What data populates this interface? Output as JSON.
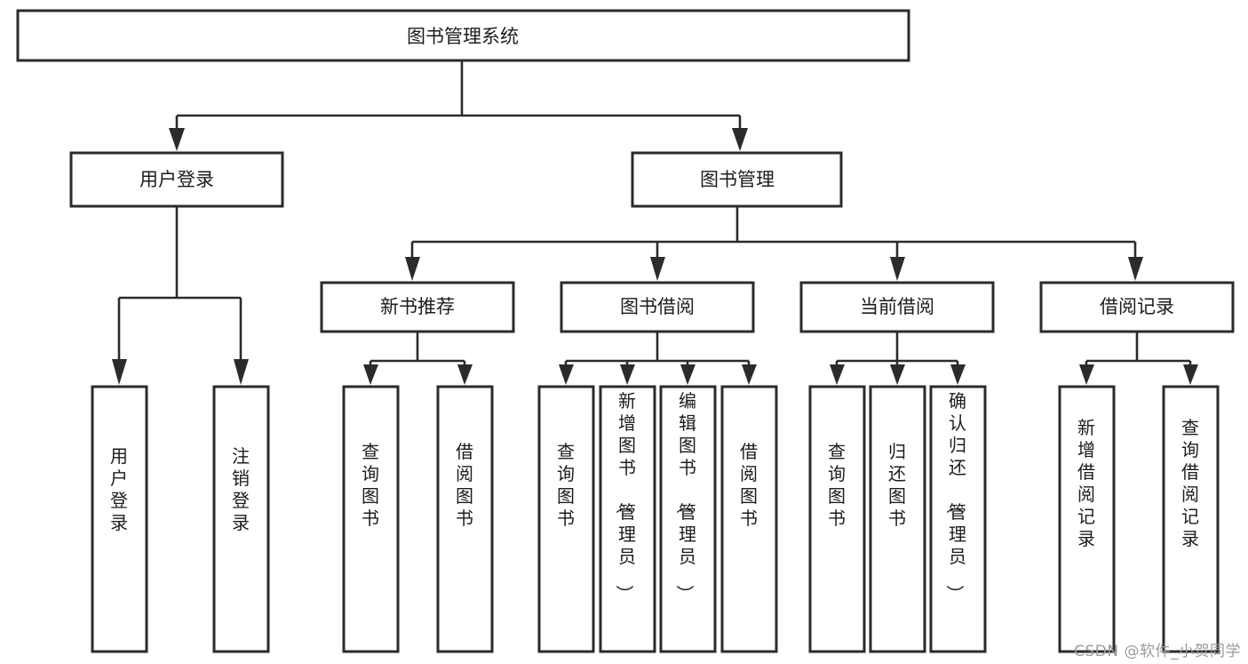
{
  "diagram": {
    "type": "tree-flowchart",
    "title_node": {
      "label": "图书管理系统"
    },
    "level2": [
      {
        "id": "user-login",
        "label": "用户登录"
      },
      {
        "id": "book-management",
        "label": "图书管理"
      }
    ],
    "level3": [
      {
        "id": "new-book-recommend",
        "label": "新书推荐",
        "parent": "book-management"
      },
      {
        "id": "book-borrow",
        "label": "图书借阅",
        "parent": "book-management"
      },
      {
        "id": "current-borrow",
        "label": "当前借阅",
        "parent": "book-management"
      },
      {
        "id": "borrow-record",
        "label": "借阅记录",
        "parent": "book-management"
      }
    ],
    "leaves": {
      "user-login": [
        {
          "id": "leaf-user-login",
          "label": "用户登录"
        },
        {
          "id": "leaf-logout-login",
          "label": "注销登录"
        }
      ],
      "new-book-recommend": [
        {
          "id": "leaf-query-book-1",
          "label": "查询图书"
        },
        {
          "id": "leaf-borrow-book-1",
          "label": "借阅图书"
        }
      ],
      "book-borrow": [
        {
          "id": "leaf-query-book-2",
          "label": "查询图书"
        },
        {
          "id": "leaf-add-book",
          "label": "新增图书（管理员）"
        },
        {
          "id": "leaf-edit-book",
          "label": "编辑图书（管理员）"
        },
        {
          "id": "leaf-borrow-book-2",
          "label": "借阅图书"
        }
      ],
      "current-borrow": [
        {
          "id": "leaf-query-book-3",
          "label": "查询图书"
        },
        {
          "id": "leaf-return-book",
          "label": "归还图书"
        },
        {
          "id": "leaf-confirm-return",
          "label": "确认归还（管理员）"
        }
      ],
      "borrow-record": [
        {
          "id": "leaf-add-record",
          "label": "新增借阅记录"
        },
        {
          "id": "leaf-query-record",
          "label": "查询借阅记录"
        }
      ]
    },
    "colors": {
      "box_stroke": "#2b2b2b",
      "box_fill": "#ffffff",
      "text": "#1c1c1c",
      "connector": "#2b2b2b",
      "background": "#ffffff",
      "watermark": "#9a9a9a"
    }
  },
  "watermark": {
    "text": "CSDN @软件_小贺同学"
  }
}
